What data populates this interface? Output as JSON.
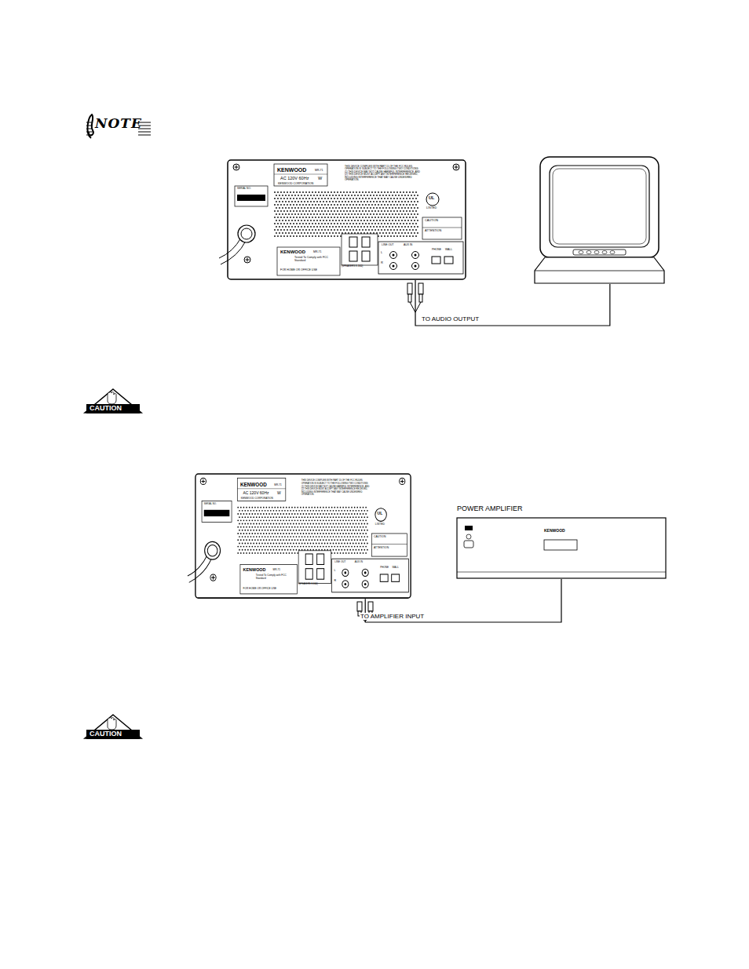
{
  "diagram": {
    "nodes": [
      {
        "text": [
          "KENWOOD",
          "MR-71",
          "AC 120V 60Hz",
          "W",
          "KENWOOD CORPORATION",
          "SERIAL NO.",
          "THIS DEVICE COMPLIES WITH PART 15 OF THE FCC RULES. OPERATION IS SUBJECT TO THE FOLLOWING TWO CONDITIONS: (1) THIS DEVICE MAY NOT CAUSE HARMFUL INTERFERENCE, AND (2) THIS DEVICE MUST ACCEPT ANY INTERFERENCE RECEIVED, INCLUDING INTERFERENCE THAT MAY CAUSE UNDESIRED OPERATION.",
          "LISTED",
          "CAUTION",
          "ATTENTION",
          "LINE OUT",
          "AUX IN",
          "L",
          "R",
          "PHONE",
          "WALL",
          "(SPEAKERS 8-16Ω)",
          "KENWOOD",
          "MR-71",
          "Tested To Comply with FCC Standard",
          "FOR HOME OR OFFICE USE",
          "UL"
        ]
      },
      {
        "text": []
      },
      {
        "text": [
          "KENWOOD",
          "MR-71",
          "AC 120V 60Hz",
          "W",
          "KENWOOD CORPORATION",
          "SERIAL NO.",
          "THIS DEVICE COMPLIES WITH PART 15 OF THE FCC RULES. OPERATION IS SUBJECT TO THE FOLLOWING TWO CONDITIONS: (1) THIS DEVICE MAY NOT CAUSE HARMFUL INTERFERENCE, AND (2) THIS DEVICE MUST ACCEPT ANY INTERFERENCE RECEIVED, INCLUDING INTERFERENCE THAT MAY CAUSE UNDESIRED OPERATION.",
          "LISTED",
          "CAUTION",
          "ATTENTION",
          "LINE OUT",
          "AUX IN",
          "L",
          "R",
          "PHONE",
          "WALL",
          "(SPEAKERS 8-16Ω)",
          "KENWOOD",
          "MR-71",
          "Tested To Comply with FCC Standard",
          "FOR HOME OR OFFICE USE",
          "UL"
        ]
      },
      {
        "text": [
          "POWER AMPLIFIER",
          "KENWOOD"
        ]
      }
    ],
    "edges": [
      {
        "from": 0,
        "to": 1,
        "label": "TO AUDIO OUTPUT",
        "arrow": "none"
      },
      {
        "from": 2,
        "to": 3,
        "label": "TO AMPLIFIER INPUT",
        "arrow": "none"
      }
    ],
    "labels": [
      "NOTE",
      "CAUTION",
      "CAUTION"
    ]
  }
}
